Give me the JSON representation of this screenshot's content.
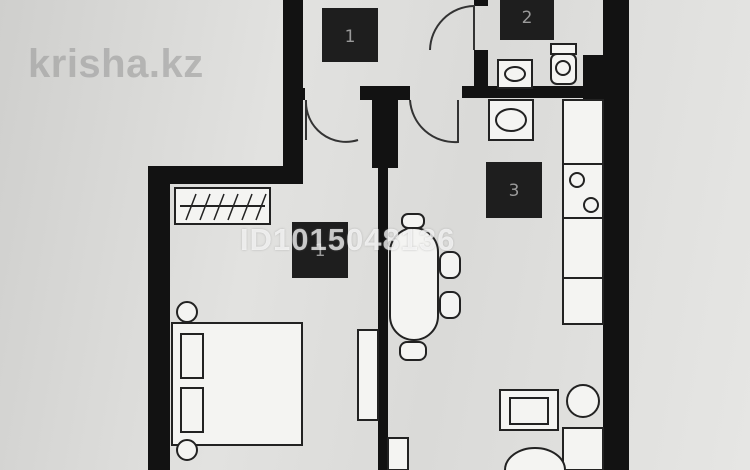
{
  "watermark": {
    "logo": "krisha.kz",
    "listing_id": "ID1015048136"
  },
  "rooms": [
    {
      "id": "hall",
      "number": "1"
    },
    {
      "id": "bathroom",
      "number": "2"
    },
    {
      "id": "kitchen",
      "number": "3"
    },
    {
      "id": "bedroom",
      "number": "1"
    }
  ],
  "colors": {
    "wall": "#121212",
    "paper": "#dcdcda",
    "label_box": "#1e1e1e",
    "label_text": "#9a9a9a"
  }
}
